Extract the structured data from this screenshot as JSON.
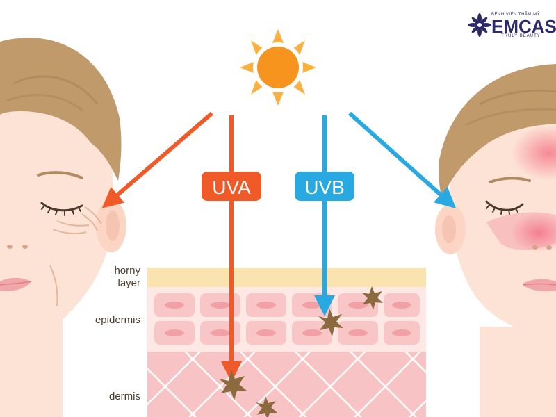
{
  "brand": {
    "top_text": "BỆNH VIỆN THẨM MỸ",
    "name": "EMCAS",
    "tagline": "TRULY BEAUTY",
    "color": "#2c2a6b"
  },
  "rays": {
    "uva_label": "UVA",
    "uvb_label": "UVB",
    "uva_color": "#f05a28",
    "uvb_color": "#29a9e1"
  },
  "layers": {
    "horny": "horny\nlayer",
    "epidermis": "epidermis",
    "dermis": "dermis"
  },
  "colors": {
    "sun": "#f7941d",
    "sun_rays": "#fbb040",
    "skin": "#fde3d6",
    "hair": "#c19a6b",
    "horny_layer": "#fbe3b0",
    "epidermis": "#fbd7d3",
    "dermis": "#f8c3c4",
    "spot": "#8b6a3e"
  }
}
